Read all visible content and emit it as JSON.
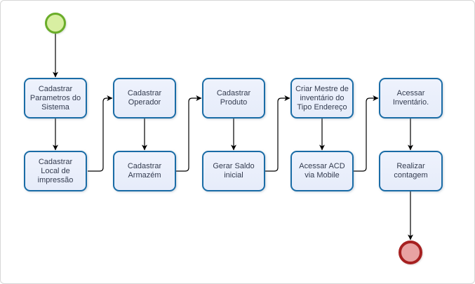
{
  "diagram": {
    "type": "bpmn-flowchart",
    "language": "pt-BR",
    "colors": {
      "background": "#ffffff",
      "canvas_border": "#d6d6d6",
      "task_fill": "#e8eefb",
      "task_border": "#1a6ca6",
      "task_text": "#333b4f",
      "start_event_fill": "#d8efa2",
      "start_event_border": "#6aad29",
      "end_event_fill": "#e8a2a2",
      "end_event_border": "#a62020",
      "connector": "#000000"
    },
    "events": {
      "start": {
        "id": "start-event",
        "kind": "start"
      },
      "end": {
        "id": "end-event",
        "kind": "end"
      }
    },
    "tasks": [
      {
        "id": "task-1",
        "label": "Cadastrar\nParametros do\nSistema"
      },
      {
        "id": "task-2",
        "label": "Cadastrar\nLocal de\nimpressão"
      },
      {
        "id": "task-3",
        "label": "Cadastrar\nOperador"
      },
      {
        "id": "task-4",
        "label": "Cadastrar\nArmazém"
      },
      {
        "id": "task-5",
        "label": "Cadastrar\nProduto"
      },
      {
        "id": "task-6",
        "label": "Gerar Saldo\ninicial"
      },
      {
        "id": "task-7",
        "label": "Criar Mestre de\ninventário  do\nTipo Endereço"
      },
      {
        "id": "task-8",
        "label": "Acessar ACD\nvia Mobile"
      },
      {
        "id": "task-9",
        "label": "Acessar\nInventário."
      },
      {
        "id": "task-10",
        "label": "Realizar\ncontagem"
      }
    ],
    "flow": [
      {
        "from": "start-event",
        "to": "task-1"
      },
      {
        "from": "task-1",
        "to": "task-2"
      },
      {
        "from": "task-2",
        "to": "task-3"
      },
      {
        "from": "task-3",
        "to": "task-4"
      },
      {
        "from": "task-4",
        "to": "task-5"
      },
      {
        "from": "task-5",
        "to": "task-6"
      },
      {
        "from": "task-6",
        "to": "task-7"
      },
      {
        "from": "task-7",
        "to": "task-8"
      },
      {
        "from": "task-8",
        "to": "task-9"
      },
      {
        "from": "task-9",
        "to": "task-10"
      },
      {
        "from": "task-10",
        "to": "end-event"
      }
    ]
  }
}
